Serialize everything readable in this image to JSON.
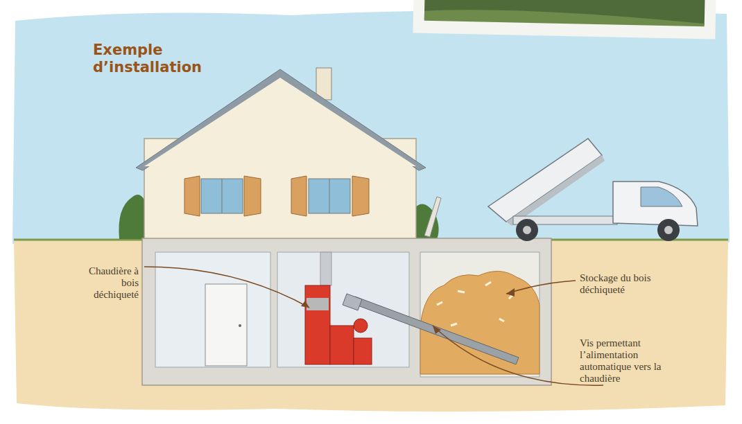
{
  "diagram": {
    "title": "Exemple d’installation",
    "labels": [
      "Chaudière à bois déchiqueté",
      "Stockage du bois déchiqueté",
      "Vis permettant l’alimentation automatique vers la chaudière"
    ]
  }
}
